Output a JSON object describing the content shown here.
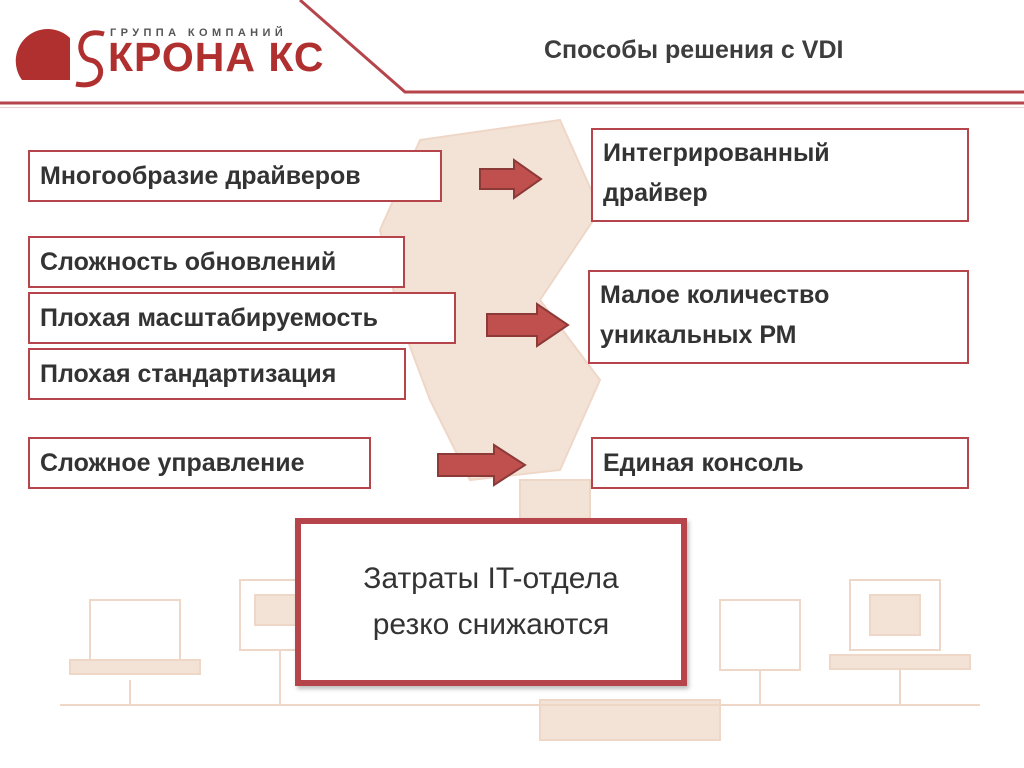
{
  "header": {
    "title": "Способы решения с VDI",
    "logo_tagline": "ГРУППА КОМПАНИЙ",
    "logo_name": "КРОНА КС",
    "logo_mark": "CRONA"
  },
  "problems": [
    "Многообразие драйверов",
    "Сложность обновлений",
    "Плохая масштабируемость",
    "Плохая стандартизация",
    "Сложное управление"
  ],
  "solutions": [
    "Интегрированный драйвер",
    "Малое количество уникальных РМ",
    "Единая консоль"
  ],
  "result": "Затраты IT-отдела резко снижаются",
  "colors": {
    "accent": "#b5454a",
    "brand": "#b03030",
    "background_art": "#f1dccf"
  }
}
